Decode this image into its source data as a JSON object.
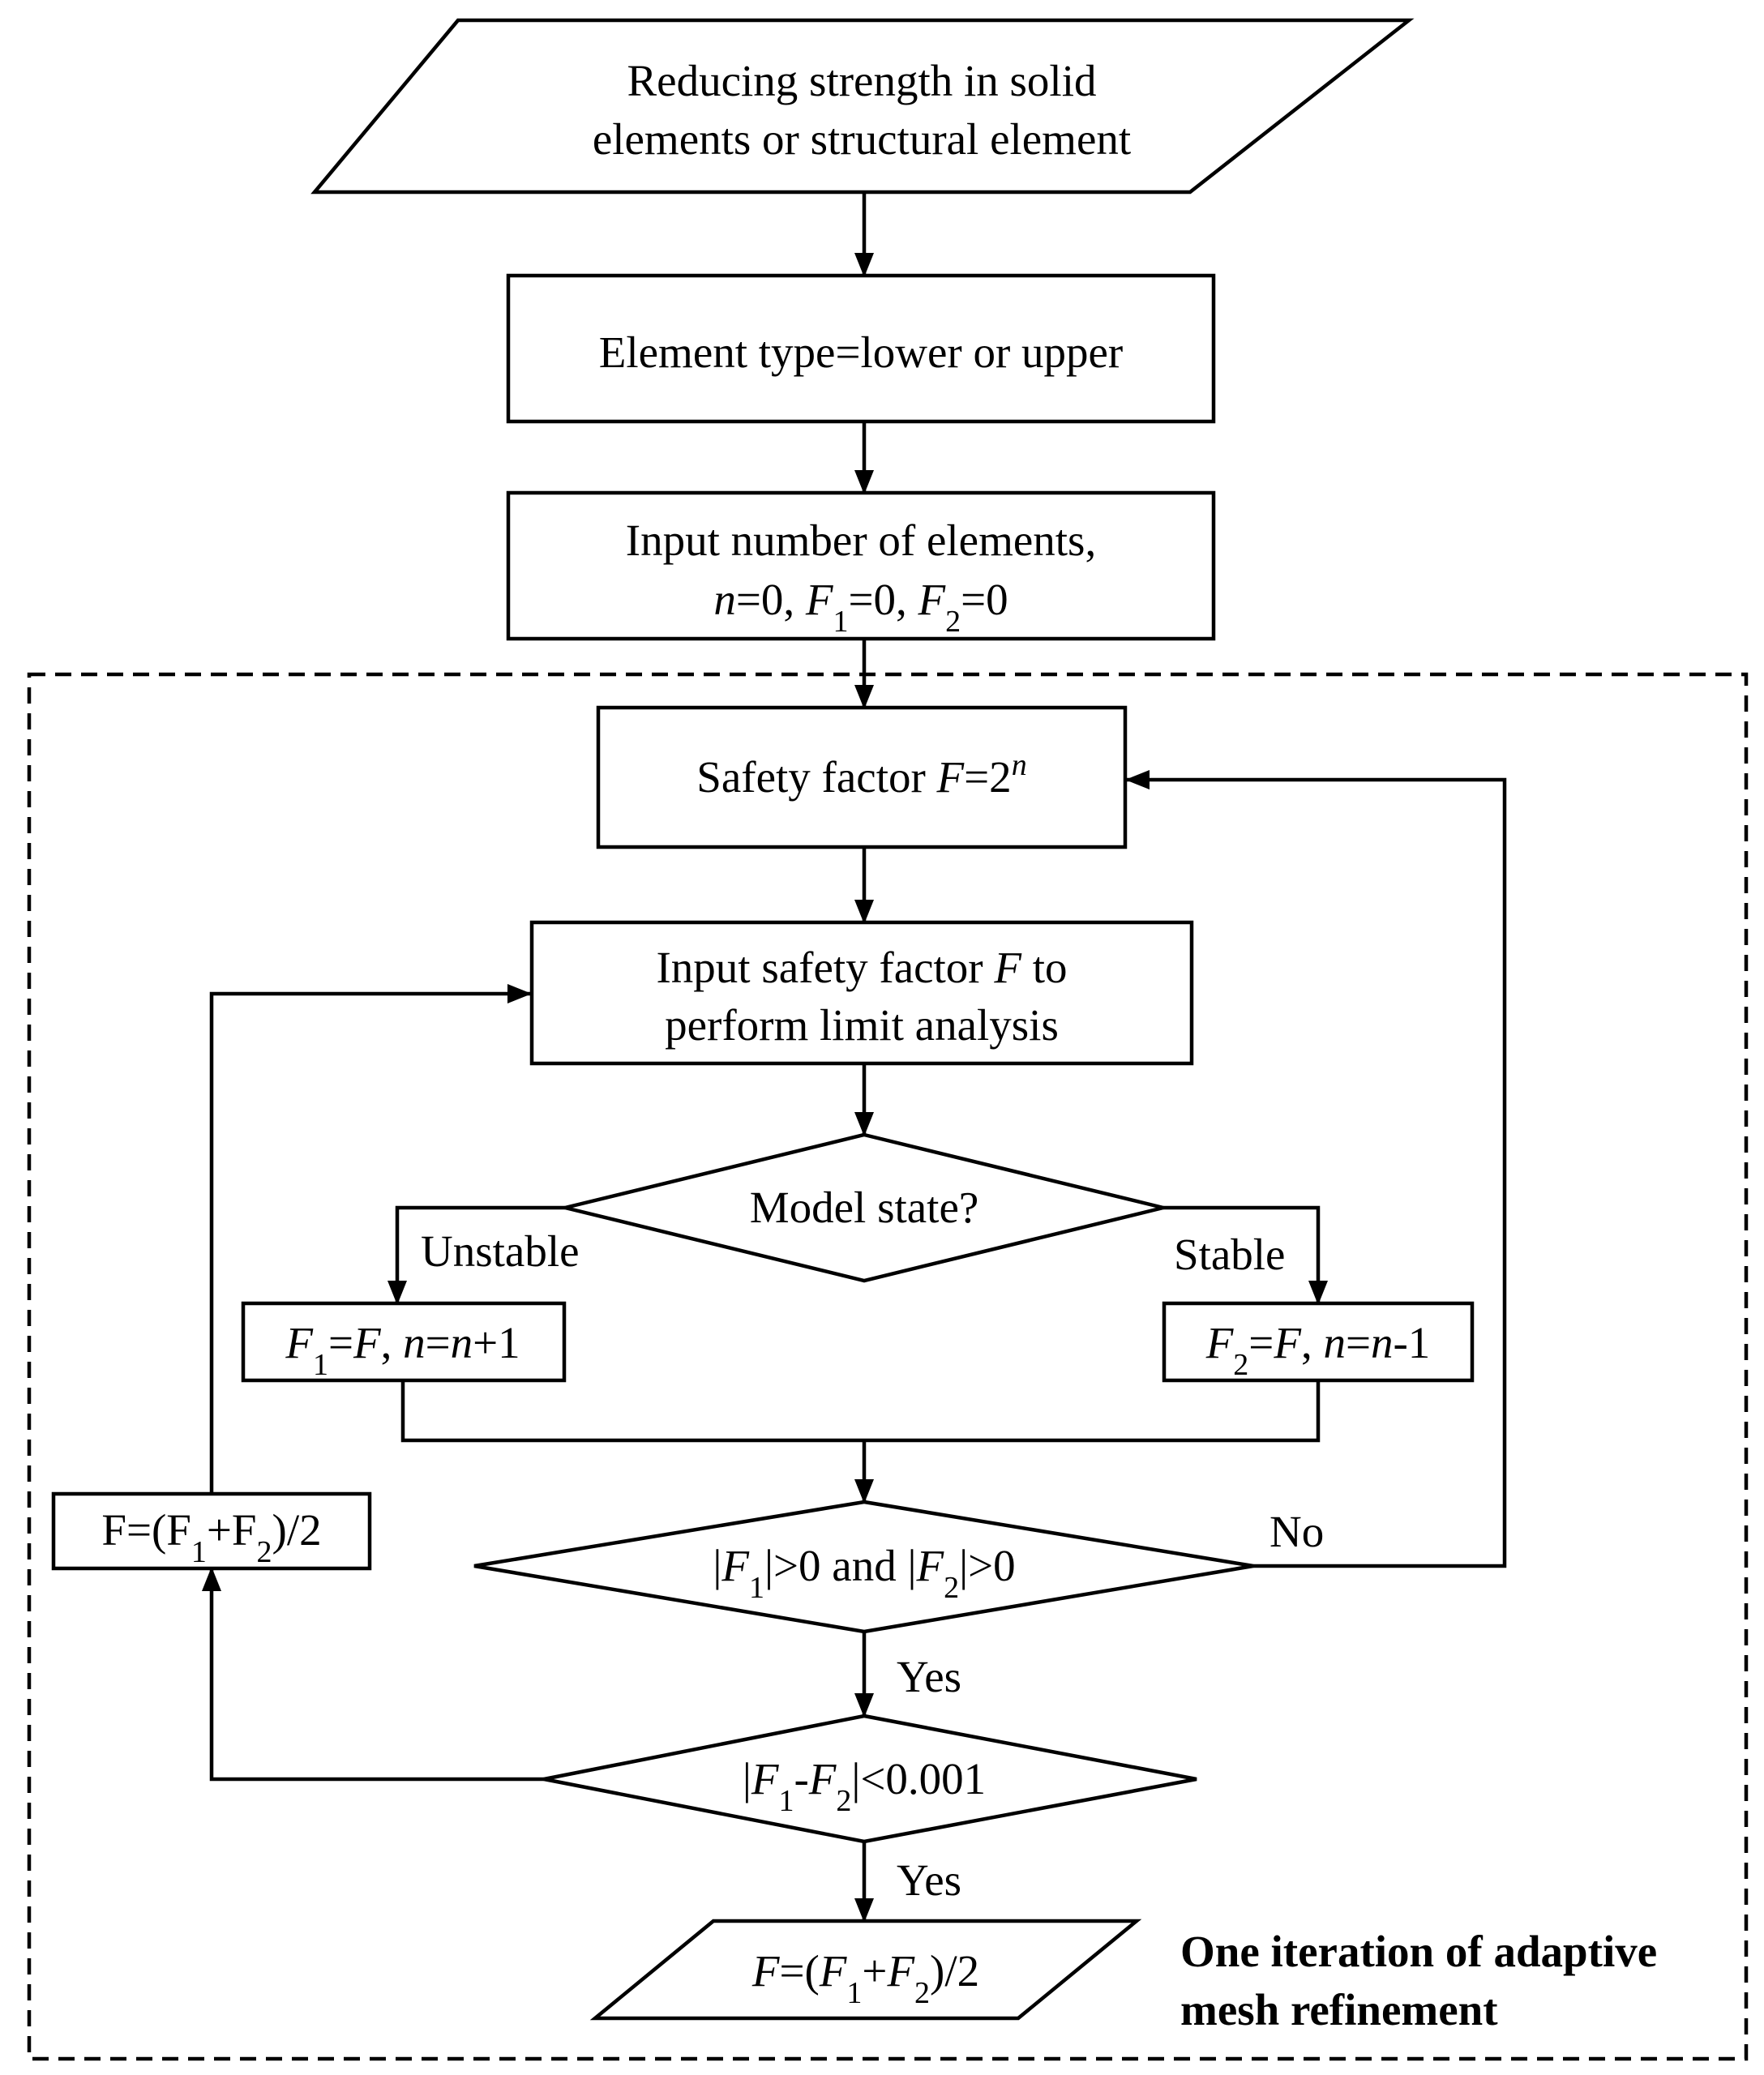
{
  "nodes": {
    "input_strength": {
      "line1": "Reducing strength in solid",
      "line2": "elements or structural element"
    },
    "element_type": {
      "text": "Element type=lower or upper"
    },
    "input_elements": {
      "line1": "Input number of elements,",
      "line2": {
        "n": "n",
        "eq_n": "=0, ",
        "F1": "F",
        "F1_sub": "1",
        "eq_F1": "=0, ",
        "F2": "F",
        "F2_sub": "2",
        "eq_F2": "=0"
      }
    },
    "safety_factor": {
      "prefix": "Safety factor ",
      "F": "F",
      "eq": "=2",
      "exp": "n"
    },
    "limit_analysis": {
      "line1": {
        "prefix": "Input safety factor ",
        "F": "F",
        "suffix": " to"
      },
      "line2": "perform limit analysis"
    },
    "model_state": {
      "text": "Model state?"
    },
    "unstable_update": {
      "F1": "F",
      "F1_sub": "1",
      "eq1": "=",
      "F": "F",
      "comma": ", ",
      "n": "n",
      "eq2": "=",
      "n2": "n",
      "plus": "+1"
    },
    "stable_update": {
      "F2": "F",
      "F2_sub": "2",
      "eq1": "=",
      "F": "F",
      "comma": ", ",
      "n": "n",
      "eq2": "=",
      "n2": "n",
      "minus": "-1"
    },
    "bounds_check": {
      "bar1": "|",
      "F1": "F",
      "F1_sub": "1",
      "mid": "|>0 and |",
      "F2": "F",
      "F2_sub": "2",
      "end": "|>0"
    },
    "convergence_check": {
      "bar1": "|",
      "F1": "F",
      "F1_sub": "1",
      "minus": "-",
      "F2": "F",
      "F2_sub": "2",
      "end": "|<0.001"
    },
    "bisection": {
      "prefix": "F=(F",
      "sub1": "1",
      "plus": "+F",
      "sub2": "2",
      "suffix": ")/2"
    },
    "output": {
      "F": "F",
      "eq": "=(",
      "F1": "F",
      "sub1": "1",
      "plus": "+",
      "F2": "F",
      "sub2": "2",
      "suffix": ")/2"
    }
  },
  "edge_labels": {
    "unstable": "Unstable",
    "stable": "Stable",
    "no": "No",
    "yes_1": "Yes",
    "yes_2": "Yes"
  },
  "group": {
    "caption_line1": "One iteration of adaptive",
    "caption_line2": "mesh refinement"
  }
}
